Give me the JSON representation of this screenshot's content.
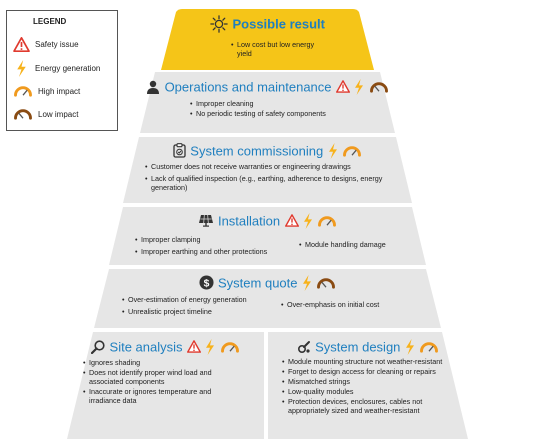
{
  "legend": {
    "heading": "LEGEND",
    "items": [
      {
        "icon": "safety-issue-icon",
        "label": "Safety issue"
      },
      {
        "icon": "energy-generation-icon",
        "label": "Energy generation"
      },
      {
        "icon": "high-impact-icon",
        "label": "High impact"
      },
      {
        "icon": "low-impact-icon",
        "label": "Low impact"
      }
    ]
  },
  "colors": {
    "title": "#1f7fbf",
    "layer_bg": "#e6e6e6",
    "top_bg": "#f5c518",
    "safety": "#e03a2f",
    "energy": "#f7b21b",
    "high_impact": "#f09a1e",
    "low_impact": "#8a4b12"
  },
  "result": {
    "title": "Possible result",
    "items": [
      "Low cost but low energy yield"
    ]
  },
  "operations": {
    "title": "Operations and maintenance",
    "items": [
      "Improper cleaning",
      "No periodic testing of safety components"
    ]
  },
  "commissioning": {
    "title": "System commissioning",
    "items": [
      "Customer does not receive warranties or engineering drawings",
      "Lack of qualified inspection (e.g., earthing, adherence to designs, energy generation)"
    ]
  },
  "installation": {
    "title": "Installation",
    "items_left": [
      "Improper clamping",
      "Improper earthing and other protections"
    ],
    "items_right": [
      "Module  handling damage"
    ]
  },
  "quote": {
    "title": "System quote",
    "items_left": [
      "Over-estimation of energy generation",
      "Unrealistic project timeline"
    ],
    "items_right": [
      "Over-emphasis on initial cost"
    ]
  },
  "site": {
    "title": "Site analysis",
    "items": [
      "Ignores shading",
      "Does not identify proper wind load and associated components",
      "Inaccurate or ignores temperature and irradiance data"
    ]
  },
  "design": {
    "title": "System design",
    "items": [
      "Module mounting structure not weather-resistant",
      "Forget to design access for cleaning or repairs",
      "Mismatched strings",
      "Low-quality modules",
      "Protection devices, enclosures, cables not appropriately sized and weather-resistant"
    ]
  }
}
